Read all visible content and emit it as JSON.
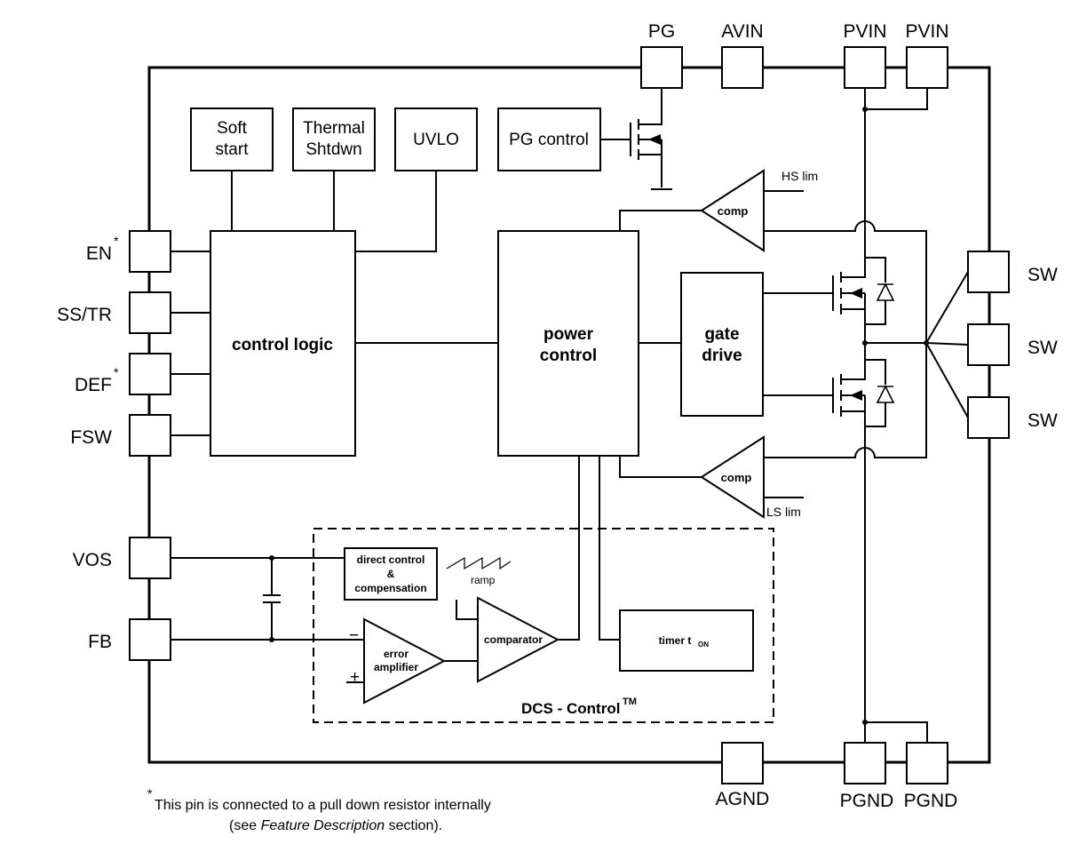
{
  "pins": {
    "pg": "PG",
    "avin": "AVIN",
    "pvin1": "PVIN",
    "pvin2": "PVIN",
    "en": "EN",
    "ss_tr": "SS/TR",
    "def": "DEF",
    "fsw": "FSW",
    "vos": "VOS",
    "fb": "FB",
    "sw1": "SW",
    "sw2": "SW",
    "sw3": "SW",
    "agnd": "AGND",
    "pgnd1": "PGND",
    "pgnd2": "PGND",
    "asterisk": "*"
  },
  "blocks": {
    "soft_start_1": "Soft",
    "soft_start_2": "start",
    "thermal_1": "Thermal",
    "thermal_2": "Shtdwn",
    "uvlo": "UVLO",
    "pg_control": "PG control",
    "control_logic": "control logic",
    "power_control_1": "power",
    "power_control_2": "control",
    "gate_drive_1": "gate",
    "gate_drive_2": "drive",
    "comp_hs": "comp",
    "comp_ls": "comp",
    "hs_lim": "HS lim",
    "ls_lim": "LS lim",
    "direct_control_1": "direct control",
    "direct_control_2": "&",
    "direct_control_3": "compensation",
    "ramp": "ramp",
    "error_amp_1": "error",
    "error_amp_2": "amplifier",
    "comparator": "comparator",
    "timer": "timer t",
    "timer_sub": "ON",
    "minus": "−",
    "plus": "+",
    "dcs_control": "DCS - Control",
    "dcs_tm": "TM"
  },
  "footnote": {
    "line1_star": "*",
    "line1": " This pin is connected to a pull down resistor internally",
    "line2_pre": "(see ",
    "line2_italic": "Feature Description",
    "line2_post": " section)."
  }
}
